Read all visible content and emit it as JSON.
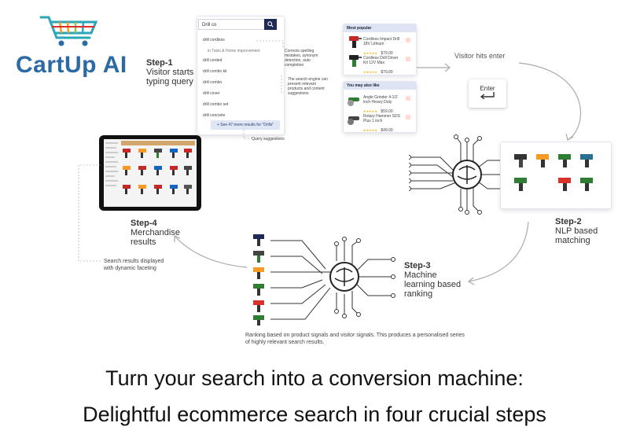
{
  "logo": {
    "text": "CartUp AI"
  },
  "steps": {
    "step1": {
      "title": "Step-1",
      "desc": "Visitor starts typing query"
    },
    "step2": {
      "title": "Step-2",
      "desc": "NLP based matching"
    },
    "step3": {
      "title": "Step-3",
      "desc": "Machine learning based ranking"
    },
    "step4": {
      "title": "Step-4",
      "desc": "Merchandise results"
    }
  },
  "search": {
    "query": "Drill co",
    "button_icon": "search-icon",
    "suggestions": [
      "drill cordless",
      "in Tools & Home improvement",
      "drill corded",
      "drill combo kit",
      "drill combo",
      "drill cover",
      "drill combo set",
      "drill concrete"
    ],
    "see_all": "+ See 47 more results for \"Drills\"",
    "annotation_spelling": "Corrects spelling mistakes, synonym detection, auto completion",
    "annotation_suggest": "The search engine can present relevant products and content suggestions",
    "annotation_query": "Query suggestions"
  },
  "popular": {
    "most_popular_title": "Most popular",
    "may_like_title": "You may also like",
    "items": [
      {
        "name": "Cordless Impact Drill 18V Lithium",
        "price": "$79.00"
      },
      {
        "name": "Cordless Drill Driver Kit 12V Max",
        "price": "$79.00"
      },
      {
        "name": "Angle Grinder 4-1/2 inch Heavy Duty",
        "price": "$59.00"
      },
      {
        "name": "Rotary Hammer SDS Plus 1 inch",
        "price": "$49.00"
      }
    ]
  },
  "enter": {
    "caption": "Visitor hits enter",
    "key_label": "Enter"
  },
  "step4_note": "Search results displayed with dynamic faceting",
  "step3_note": "Ranking based on product signals and visitor signals. This produces a personalised series of highly relevant search results.",
  "tagline": {
    "line1": "Turn your search into a conversion machine:",
    "line2": "Delightful ecommerce search in four crucial steps"
  },
  "colors": {
    "brand": "#2b6aa3",
    "cart": "#2aa6b8",
    "accent_orange": "#f59a23",
    "accent_red": "#d9322c",
    "navy": "#1d2a55"
  }
}
